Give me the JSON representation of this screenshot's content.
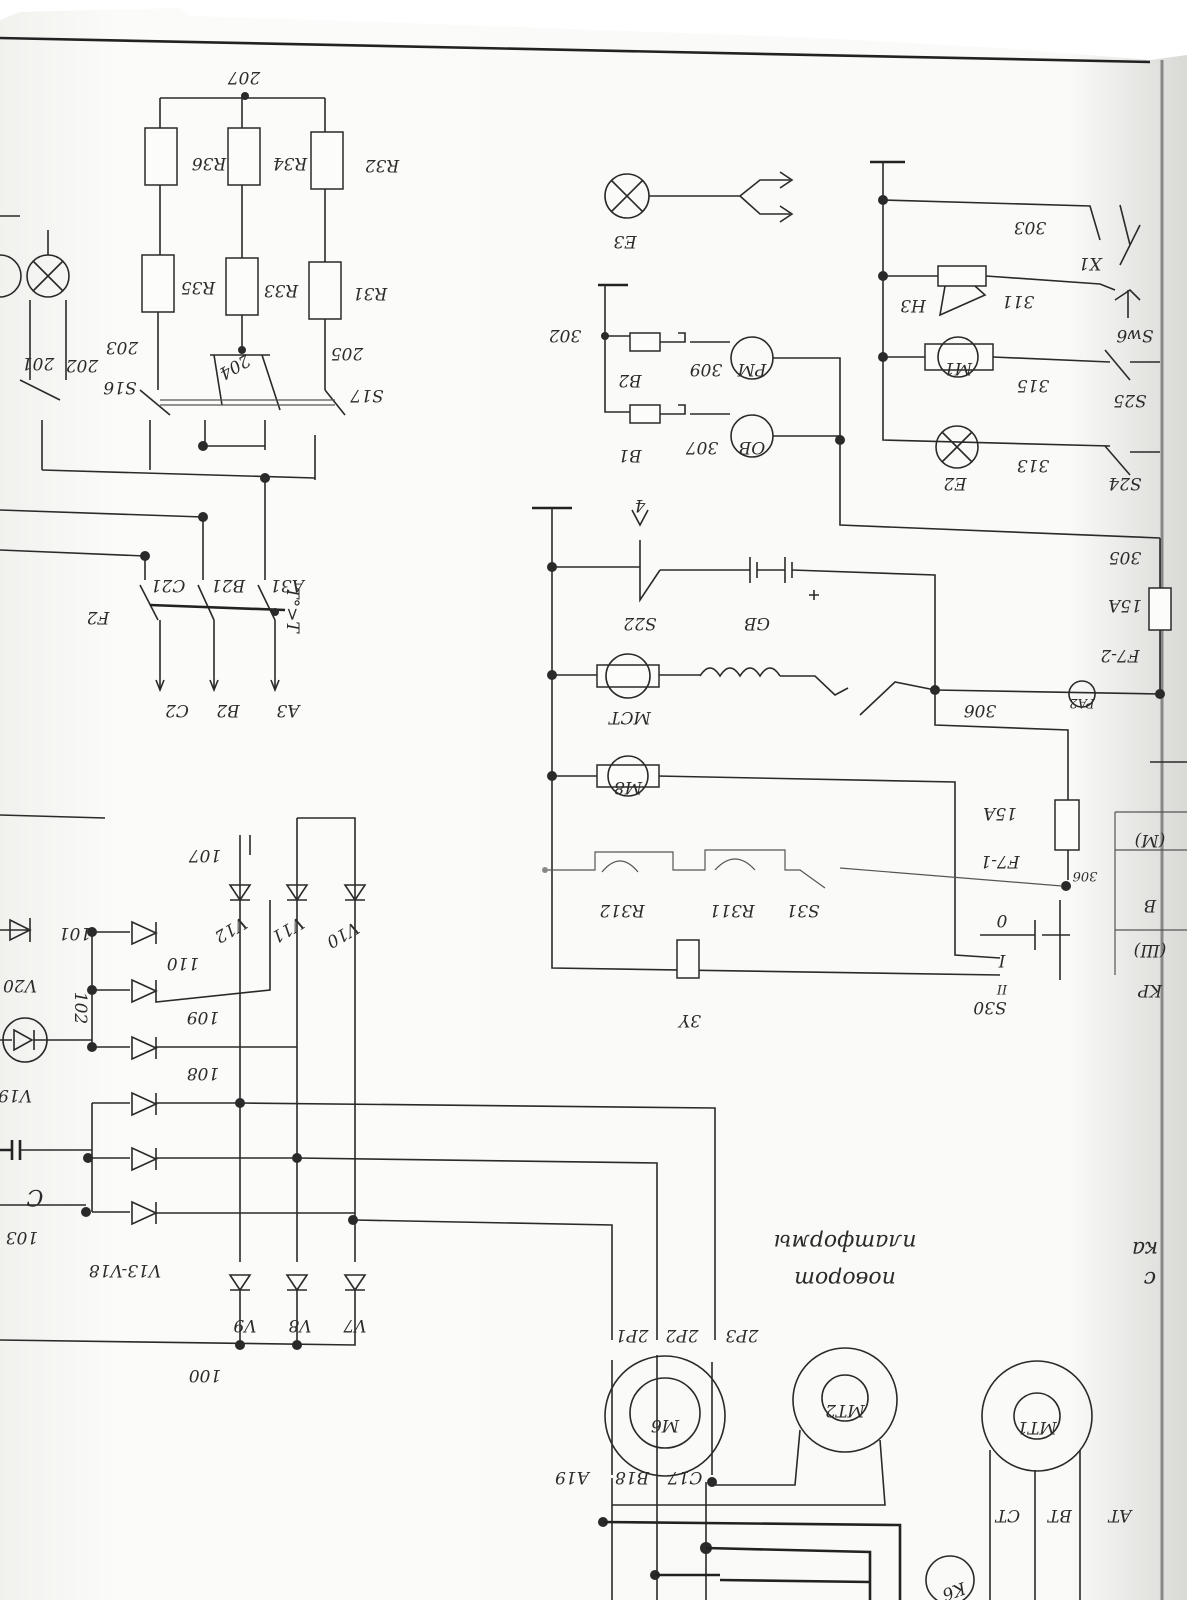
{
  "labels": {
    "n207": "207",
    "r36": "R36",
    "r34": "R34",
    "r32": "R32",
    "r35": "R35",
    "r33": "R33",
    "r31": "R31",
    "n203": "203",
    "n204": "204",
    "n205": "205",
    "n201": "201",
    "n202": "202",
    "s16": "S16",
    "s17": "S17",
    "c21": "C21",
    "b21": "B21",
    "a31": "A31",
    "to": "T°>T",
    "f2": "F2",
    "c2": "C2",
    "b2": "B2",
    "a3": "A3",
    "e3": "E3",
    "n302": "302",
    "b2c": "B2",
    "n309": "309",
    "pm": "PM",
    "b1": "B1",
    "n307": "307",
    "ob": "OB",
    "n303": "303",
    "x1": "X1",
    "n311": "311",
    "h3": "H3",
    "sw6": "Sw6",
    "m1": "M1",
    "n315": "315",
    "s25": "S25",
    "e2": "E2",
    "n313": "313",
    "s24": "S24",
    "n305": "305",
    "n15a1": "15A",
    "f72": "F7-2",
    "pa2": "PA2",
    "s22": "S22",
    "gb": "GB",
    "plus": "+",
    "four": "4",
    "mct": "MCT",
    "n306": "306",
    "m8": "M8",
    "n15a2": "15A",
    "f71": "F7-1",
    "n306b": "306",
    "r312": "R312",
    "r311": "R311",
    "s31": "S31",
    "zero": "0",
    "one": "I",
    "ii": "II",
    "s30": "S30",
    "zu": "3Y",
    "km": "(M)",
    "kb": "B",
    "kw": "(Ш)",
    "kp": "KP",
    "n107": "107",
    "v12": "V12",
    "v11": "V11",
    "v10": "V10",
    "n110": "110",
    "n109": "109",
    "n108": "108",
    "n101": "101",
    "n102": "102",
    "v20": "V20",
    "v19": "V19",
    "c": "C",
    "n103": "103",
    "v13v18": "V13-V18",
    "v9": "V9",
    "v8": "V8",
    "v7": "V7",
    "n100": "100",
    "rot1": "поворот",
    "rot2": "платформы",
    "ka": "ка",
    "kc": "с",
    "p2p3": "2P3",
    "p2p2": "2P2",
    "p2p1": "2P1",
    "m6": "M6",
    "mt2": "MT2",
    "mt1": "MT1",
    "a19": "A19",
    "b18": "B18",
    "c17": "C17",
    "at": "AT",
    "bt": "BT",
    "ct": "CT",
    "k6": "K6"
  }
}
